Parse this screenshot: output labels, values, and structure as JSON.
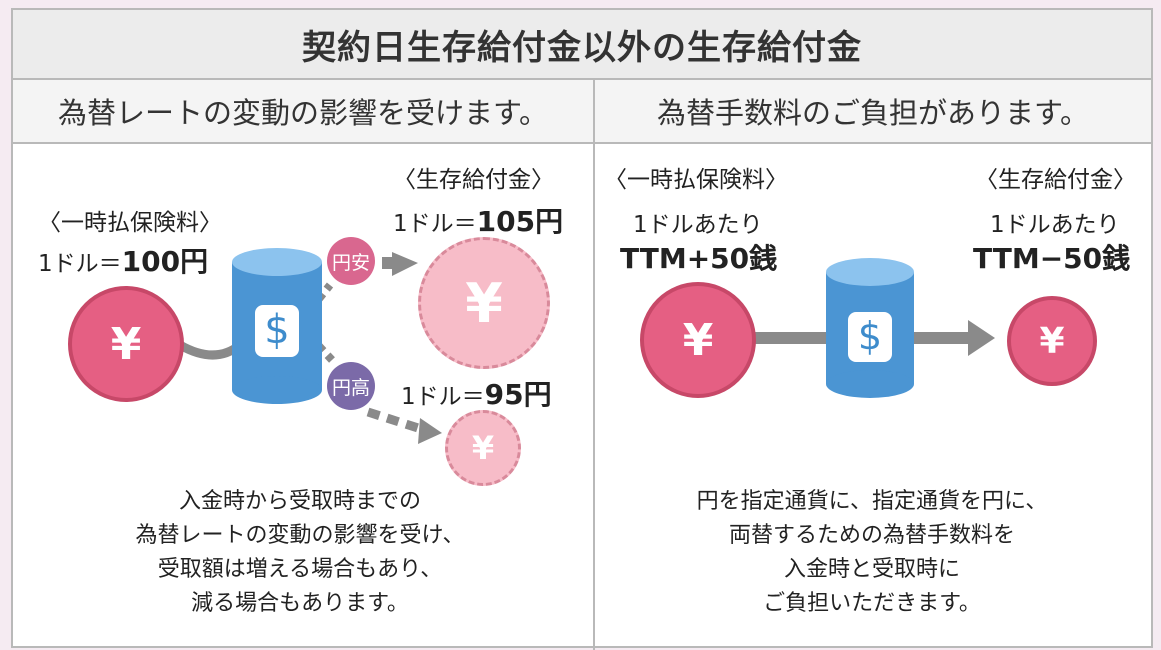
{
  "title": "契約日生存給付金以外の生存給付金",
  "left": {
    "header": "為替レートの変動の影響を受けます。",
    "premium_label": "〈一時払保険料〉",
    "premium_rate_prefix": "1ドル＝",
    "premium_rate_value": "100円",
    "benefit_label": "〈生存給付金〉",
    "weak_rate_prefix": "1ドル＝",
    "weak_rate_value": "105円",
    "strong_rate_prefix": "1ドル＝",
    "strong_rate_value": "95円",
    "weak_badge": "円安",
    "strong_badge": "円高",
    "yen_symbol": "¥",
    "dollar_symbol": "$",
    "description": [
      "入金時から受取時までの",
      "為替レートの変動の影響を受け、",
      "受取額は増える場合もあり、",
      "減る場合もあります。"
    ]
  },
  "right": {
    "header": "為替手数料のご負担があります。",
    "premium_label": "〈一時払保険料〉",
    "premium_per": "1ドルあたり",
    "premium_fee": "TTM+50銭",
    "benefit_label": "〈生存給付金〉",
    "benefit_per": "1ドルあたり",
    "benefit_fee": "TTM−50銭",
    "yen_symbol": "¥",
    "dollar_symbol": "$",
    "description": [
      "円を指定通貨に、指定通貨を円に、",
      "両替するための為替手数料を",
      "入金時と受取時に",
      "ご負担いただきます。"
    ]
  },
  "colors": {
    "yen": "#e55f83",
    "yen_light": "#f7bcc8",
    "cylinder": "#4b95d3",
    "weak_badge": "#d9678f",
    "strong_badge": "#7b6aa8",
    "arrow": "#8a8a8a"
  }
}
